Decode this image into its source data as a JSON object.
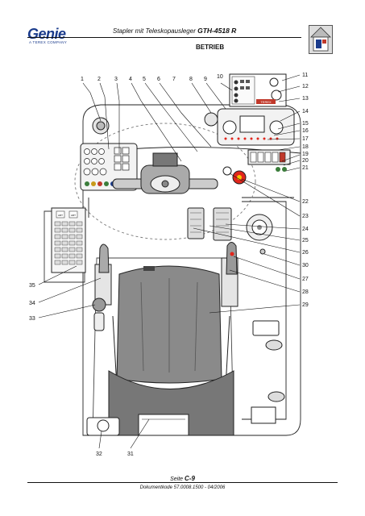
{
  "header": {
    "logo_text": "Genie",
    "logo_subtext": "A TEREX COMPANY",
    "title_prefix": "Stapler mit Teleskopausleger",
    "model": "GTH-4518 R",
    "section": "BETRIEB"
  },
  "callouts": {
    "top": [
      "1",
      "2",
      "3",
      "4",
      "5",
      "6",
      "7",
      "8",
      "9",
      "10"
    ],
    "right": [
      "11",
      "12",
      "13",
      "14",
      "15",
      "16",
      "17",
      "18",
      "19",
      "20",
      "21",
      "22",
      "23",
      "24",
      "25",
      "26",
      "30",
      "27",
      "28",
      "29"
    ],
    "left": [
      "35",
      "34",
      "33"
    ],
    "bottom": [
      "32",
      "31"
    ]
  },
  "indicator_labels": {
    "brand": "TEREX",
    "keypad_a": "ART",
    "keypad_b": "ART"
  },
  "footer": {
    "page_label": "Seite",
    "page_number": "C-9",
    "doc_code": "Dokumentkode 57.0008.1500 - 04/2006"
  },
  "colors": {
    "brand_blue": "#1a3b8c",
    "home_red": "#c0392b",
    "seat_gray": "#8a8a8a",
    "indicator_red": "#e1261c"
  }
}
